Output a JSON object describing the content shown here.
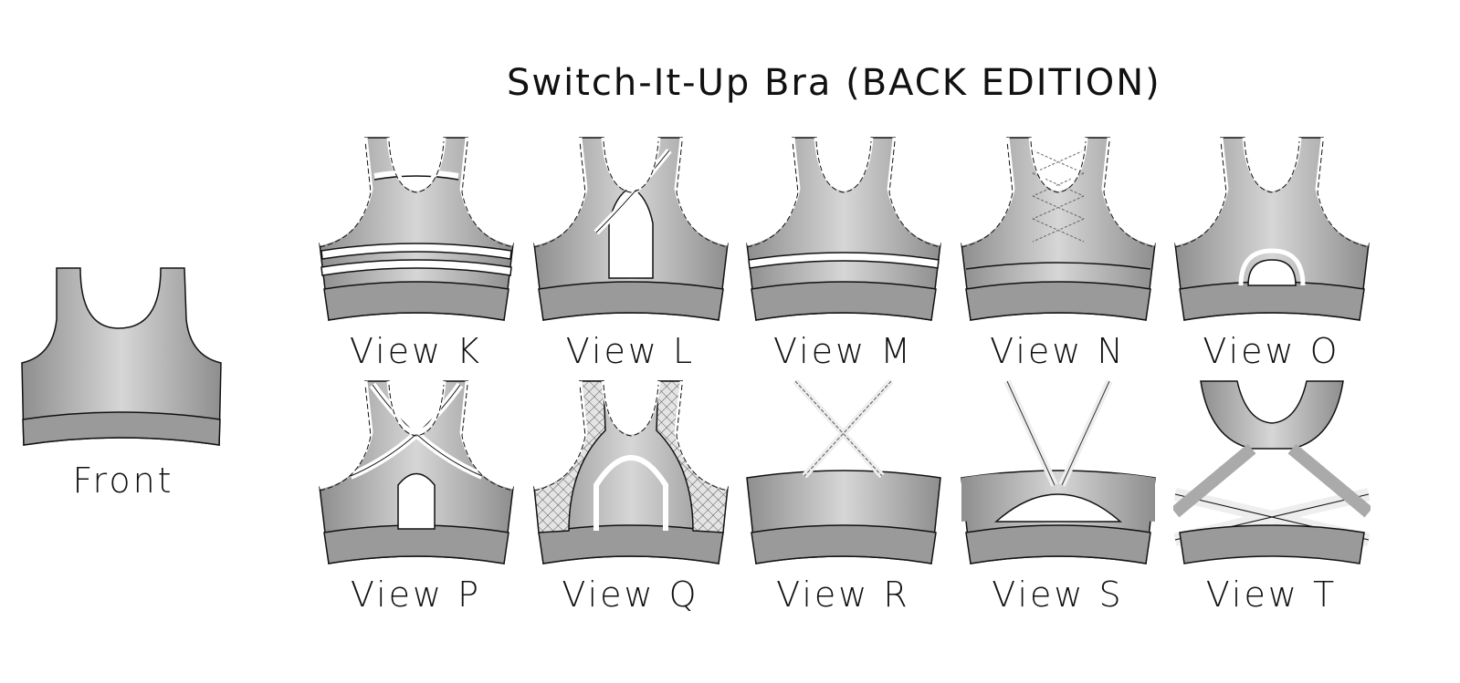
{
  "title": "Switch-It-Up Bra (BACK EDITION)",
  "front": {
    "label": "Front"
  },
  "views": [
    {
      "label": "View K"
    },
    {
      "label": "View L"
    },
    {
      "label": "View M"
    },
    {
      "label": "View N"
    },
    {
      "label": "View O"
    },
    {
      "label": "View P"
    },
    {
      "label": "View Q"
    },
    {
      "label": "View R"
    },
    {
      "label": "View S"
    },
    {
      "label": "View T"
    }
  ],
  "colors": {
    "body_light": "#d6d6d6",
    "body_dark": "#8e8e8e",
    "band": "#9a9a9a",
    "outline": "#111111"
  }
}
